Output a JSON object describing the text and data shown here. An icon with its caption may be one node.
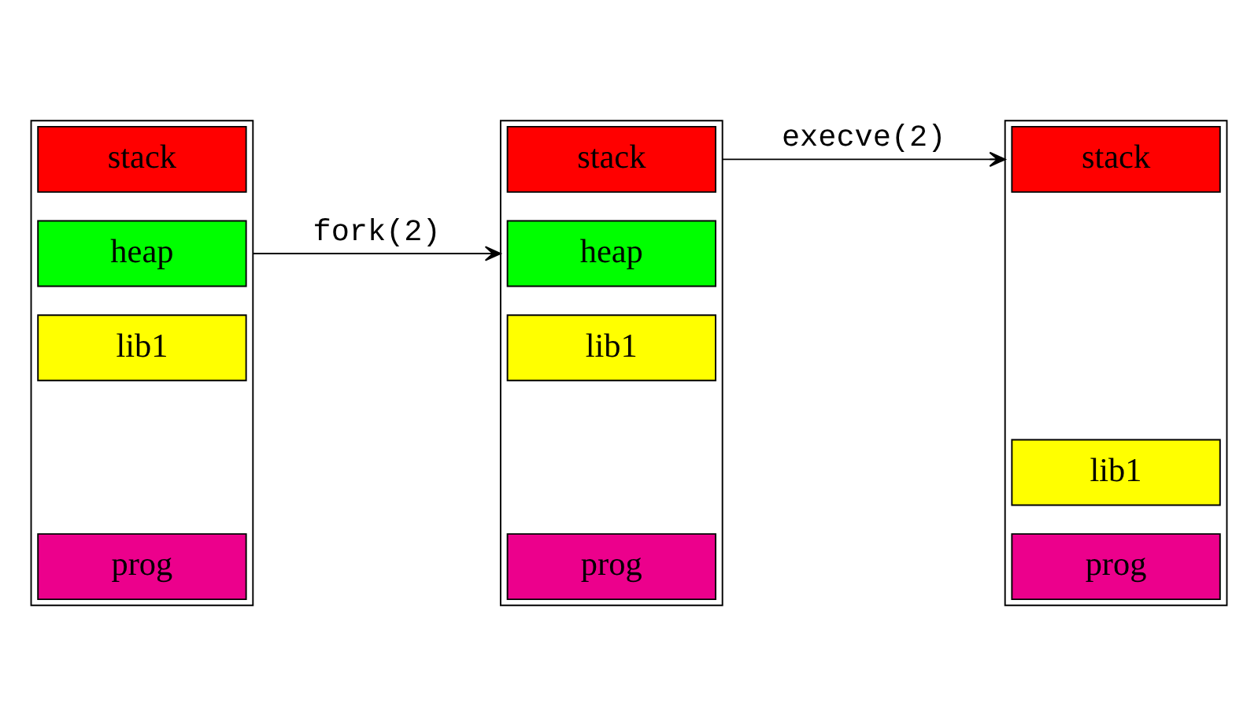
{
  "diagram": {
    "nodes": [
      {
        "text": [],
        "shape": "box"
      },
      {
        "text": [
          "stack"
        ],
        "in": 0
      },
      {
        "text": [
          "heap"
        ],
        "in": 0
      },
      {
        "text": [
          "lib1"
        ],
        "in": 0
      },
      {
        "text": [
          "prog"
        ],
        "in": 0
      },
      {
        "text": [],
        "shape": "box"
      },
      {
        "text": [
          "stack"
        ],
        "in": 5
      },
      {
        "text": [
          "heap"
        ],
        "in": 5
      },
      {
        "text": [
          "lib1"
        ],
        "in": 5
      },
      {
        "text": [
          "prog"
        ],
        "in": 5
      },
      {
        "text": [],
        "shape": "box"
      },
      {
        "text": [
          "stack"
        ],
        "in": 10
      },
      {
        "text": [
          "lib1"
        ],
        "in": 10
      },
      {
        "text": [
          "prog"
        ],
        "in": 10
      }
    ],
    "edges": [
      {
        "from": 0,
        "to": 5,
        "arrow": "to",
        "label": "fork(2)"
      },
      {
        "from": 5,
        "to": 10,
        "arrow": "to",
        "label": "execve(2)"
      }
    ]
  }
}
